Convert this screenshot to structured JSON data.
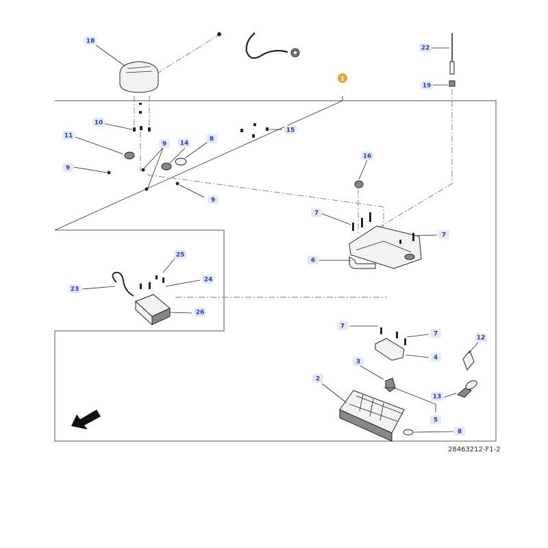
{
  "figure_id": "28463212-F1-2",
  "group_badge": "1",
  "callouts": [
    {
      "id": "c18",
      "label": "18"
    },
    {
      "id": "c22",
      "label": "22"
    },
    {
      "id": "c19",
      "label": "19"
    },
    {
      "id": "c10",
      "label": "10"
    },
    {
      "id": "c11",
      "label": "11"
    },
    {
      "id": "c15",
      "label": "15"
    },
    {
      "id": "c9a",
      "label": "9"
    },
    {
      "id": "c14",
      "label": "14"
    },
    {
      "id": "c8a",
      "label": "8"
    },
    {
      "id": "c9b",
      "label": "9"
    },
    {
      "id": "c9c",
      "label": "9"
    },
    {
      "id": "c16",
      "label": "16"
    },
    {
      "id": "c7a",
      "label": "7"
    },
    {
      "id": "c7b",
      "label": "7"
    },
    {
      "id": "c6",
      "label": "6"
    },
    {
      "id": "c25",
      "label": "25"
    },
    {
      "id": "c24",
      "label": "24"
    },
    {
      "id": "c23",
      "label": "23"
    },
    {
      "id": "c26",
      "label": "26"
    },
    {
      "id": "c7c",
      "label": "7"
    },
    {
      "id": "c7d",
      "label": "7"
    },
    {
      "id": "c12",
      "label": "12"
    },
    {
      "id": "c4",
      "label": "4"
    },
    {
      "id": "c3",
      "label": "3"
    },
    {
      "id": "c2",
      "label": "2"
    },
    {
      "id": "c13",
      "label": "13"
    },
    {
      "id": "c5",
      "label": "5"
    },
    {
      "id": "c8b",
      "label": "8"
    }
  ],
  "colors": {
    "callout_text": "#1a3fc4",
    "callout_bg": "#e6e8f4",
    "badge": "#e8a33a",
    "line": "#222222"
  },
  "icons": [
    "direction-arrow-icon",
    "ignition-key-icon"
  ]
}
